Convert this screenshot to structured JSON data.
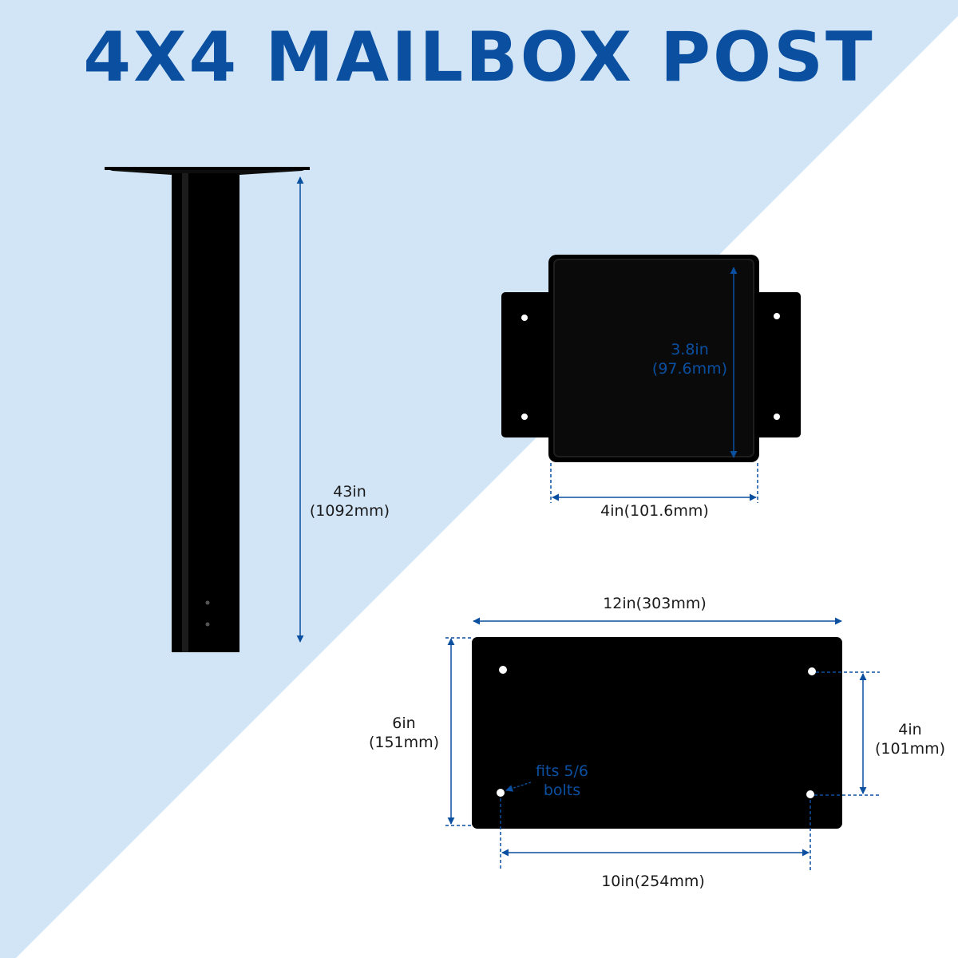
{
  "title": "4X4 MAILBOX POST",
  "colors": {
    "title": "#0a4fa0",
    "background_light_blue": "#d2e5f7",
    "dimension_line": "#0a4fa0",
    "product": "#000000"
  },
  "post": {
    "height_label": {
      "line1": "43in",
      "line2": "(1092mm)"
    }
  },
  "square_bracket": {
    "inner_height_label": {
      "line1": "3.8in",
      "line2": "(97.6mm)"
    },
    "width_label": "4in(101.6mm)"
  },
  "base_plate": {
    "length_label": "12in(303mm)",
    "height_label": {
      "line1": "6in",
      "line2": "(151mm)"
    },
    "hole_vertical_label": {
      "line1": "4in",
      "line2": "(101mm)"
    },
    "hole_horizontal_label": "10in(254mm)",
    "hole_note": {
      "line1": "fits 5/6",
      "line2": "bolts"
    }
  }
}
